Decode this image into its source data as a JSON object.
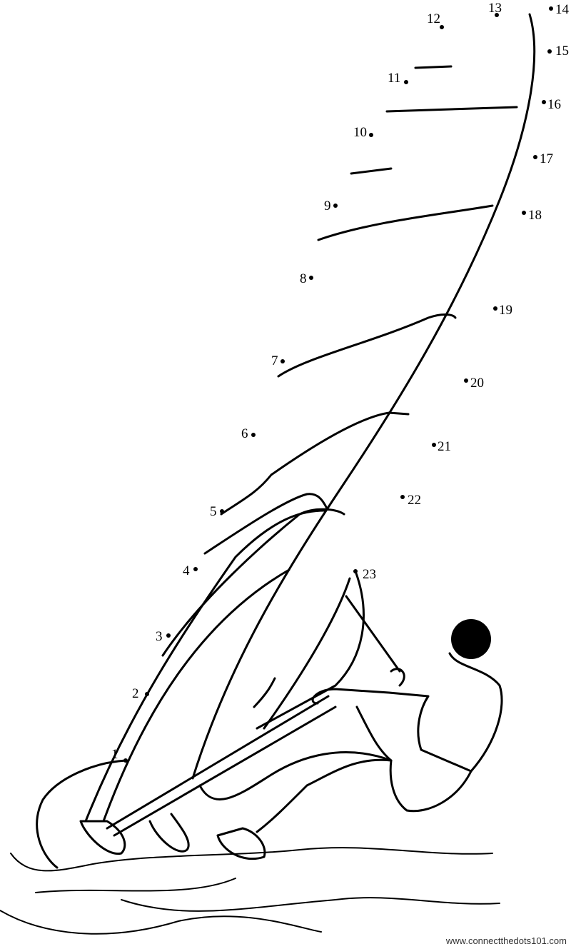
{
  "title": "Windsurfing connect the dots",
  "dots": [
    {
      "label": "1"
    },
    {
      "label": "2"
    },
    {
      "label": "3"
    },
    {
      "label": "4"
    },
    {
      "label": "5"
    },
    {
      "label": "6"
    },
    {
      "label": "7"
    },
    {
      "label": "8"
    },
    {
      "label": "9"
    },
    {
      "label": "10"
    },
    {
      "label": "11"
    },
    {
      "label": "12"
    },
    {
      "label": "13"
    },
    {
      "label": "14"
    },
    {
      "label": "15"
    },
    {
      "label": "16"
    },
    {
      "label": "17"
    },
    {
      "label": "18"
    },
    {
      "label": "19"
    },
    {
      "label": "20"
    },
    {
      "label": "21"
    },
    {
      "label": "22"
    },
    {
      "label": "23"
    }
  ],
  "footer": "www.connectthedots101.com"
}
